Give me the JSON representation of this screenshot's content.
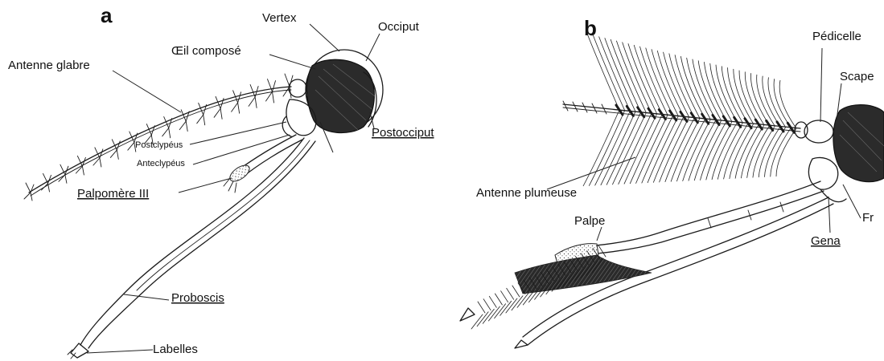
{
  "panels": {
    "a": {
      "letter": "a",
      "labels": {
        "vertex": "Vertex",
        "occiput": "Occiput",
        "oeil": "Œil composé",
        "antenne_glabre": "Antenne glabre",
        "postocciput": "Postocciput",
        "postclypeus": "Postclypéus",
        "anteclypeus": "Anteclypéus",
        "palpomere": "Palpomère III",
        "proboscis": "Proboscis",
        "labelles": "Labelles"
      }
    },
    "b": {
      "letter": "b",
      "labels": {
        "pedicelle": "Pédicelle",
        "scape": "Scape",
        "antenne_plumeuse": "Antenne plumeuse",
        "palpe": "Palpe",
        "fr": "Fr",
        "gena": "Gena"
      }
    }
  }
}
